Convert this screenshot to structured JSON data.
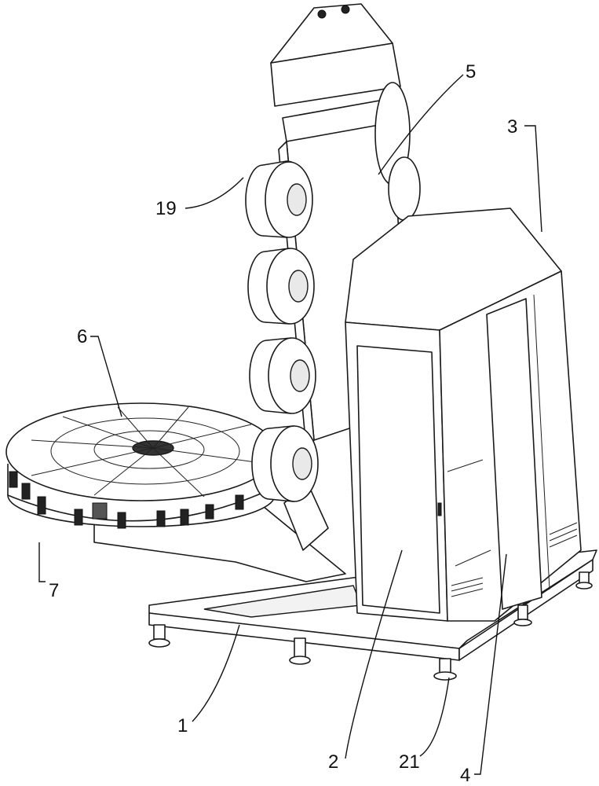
{
  "figure": {
    "labels": {
      "frame": "1",
      "door": "2",
      "cabinet": "3",
      "side_door": "4",
      "column": "5",
      "turntable": "6",
      "clamp": "7",
      "reel": "19",
      "foot": "21"
    }
  }
}
